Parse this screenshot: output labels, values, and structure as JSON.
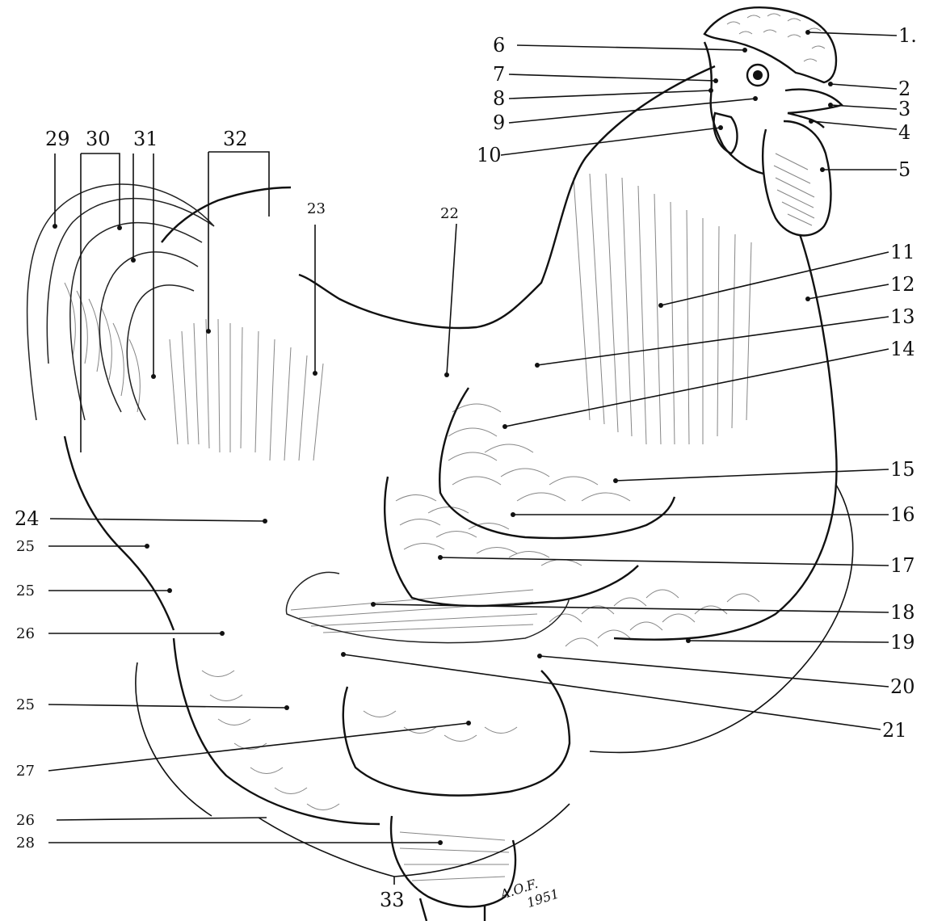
{
  "labels": [
    "1.",
    "2",
    "3",
    "4",
    "5",
    "6",
    "7",
    "8",
    "9",
    "10",
    "11",
    "12",
    "13",
    "14",
    "15",
    "16",
    "17",
    "18",
    "19",
    "20",
    "21",
    "22",
    "23",
    "24",
    "25",
    "25",
    "26",
    "25",
    "27",
    "26",
    "28",
    "29",
    "30",
    "31",
    "32",
    "33"
  ],
  "signature": {
    "initials": "A.O.F.",
    "year": "1951"
  }
}
